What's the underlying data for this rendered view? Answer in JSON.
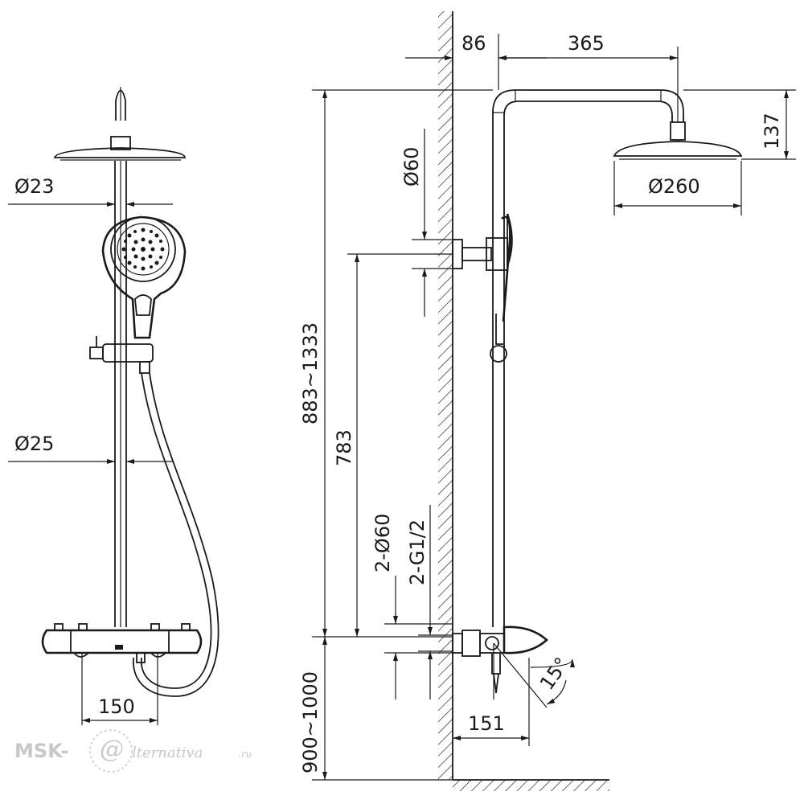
{
  "front_view": {
    "dim_rod_top": "Ø23",
    "dim_rod_bottom": "Ø25",
    "dim_mixer_width": "150"
  },
  "side_view": {
    "dim_wall_offset": "86",
    "dim_arm_reach": "365",
    "dim_head_height": "137",
    "dim_head_diameter": "Ø260",
    "dim_bracket_diameter": "Ø60",
    "dim_total_height": "883~1333",
    "dim_bracket_height": "783",
    "dim_inlet_flange": "2-Ø60",
    "dim_inlet_thread": "2-G1/2",
    "dim_floor_height": "900~1000",
    "dim_spout_reach": "151",
    "dim_angle": "15°"
  },
  "watermark": {
    "brand_left": "MSK-",
    "brand_logo": "@",
    "brand_right": "lternativa",
    "brand_tld": ".ru"
  }
}
